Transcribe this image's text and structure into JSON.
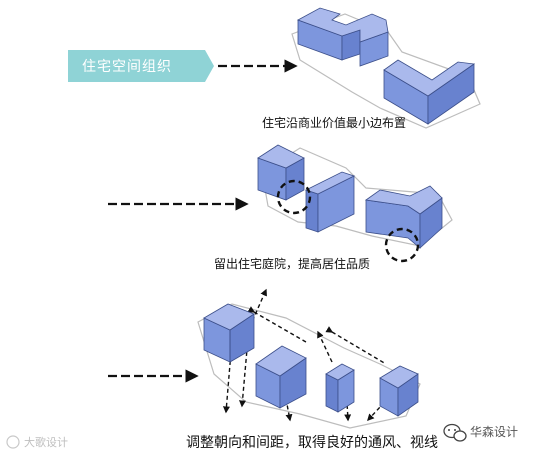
{
  "banner": {
    "title": "住宅空间组织",
    "color": "#8fd3d6"
  },
  "steps": [
    {
      "id": "step1",
      "caption": "住宅沿商业价值最小边布置"
    },
    {
      "id": "step2",
      "caption": "留出住宅庭院，提高居住品质"
    },
    {
      "id": "step3",
      "caption": "调整朝向和间距，取得良好的通风、视线"
    }
  ],
  "watermark": {
    "brand_text": "华森设计",
    "faint_text": "大歌设计"
  },
  "colors": {
    "building_top": "#aab9ec",
    "building_left": "#7d96dd",
    "building_right": "#6882cf",
    "outline": "#3c4f8a",
    "arrow": "#111111"
  }
}
